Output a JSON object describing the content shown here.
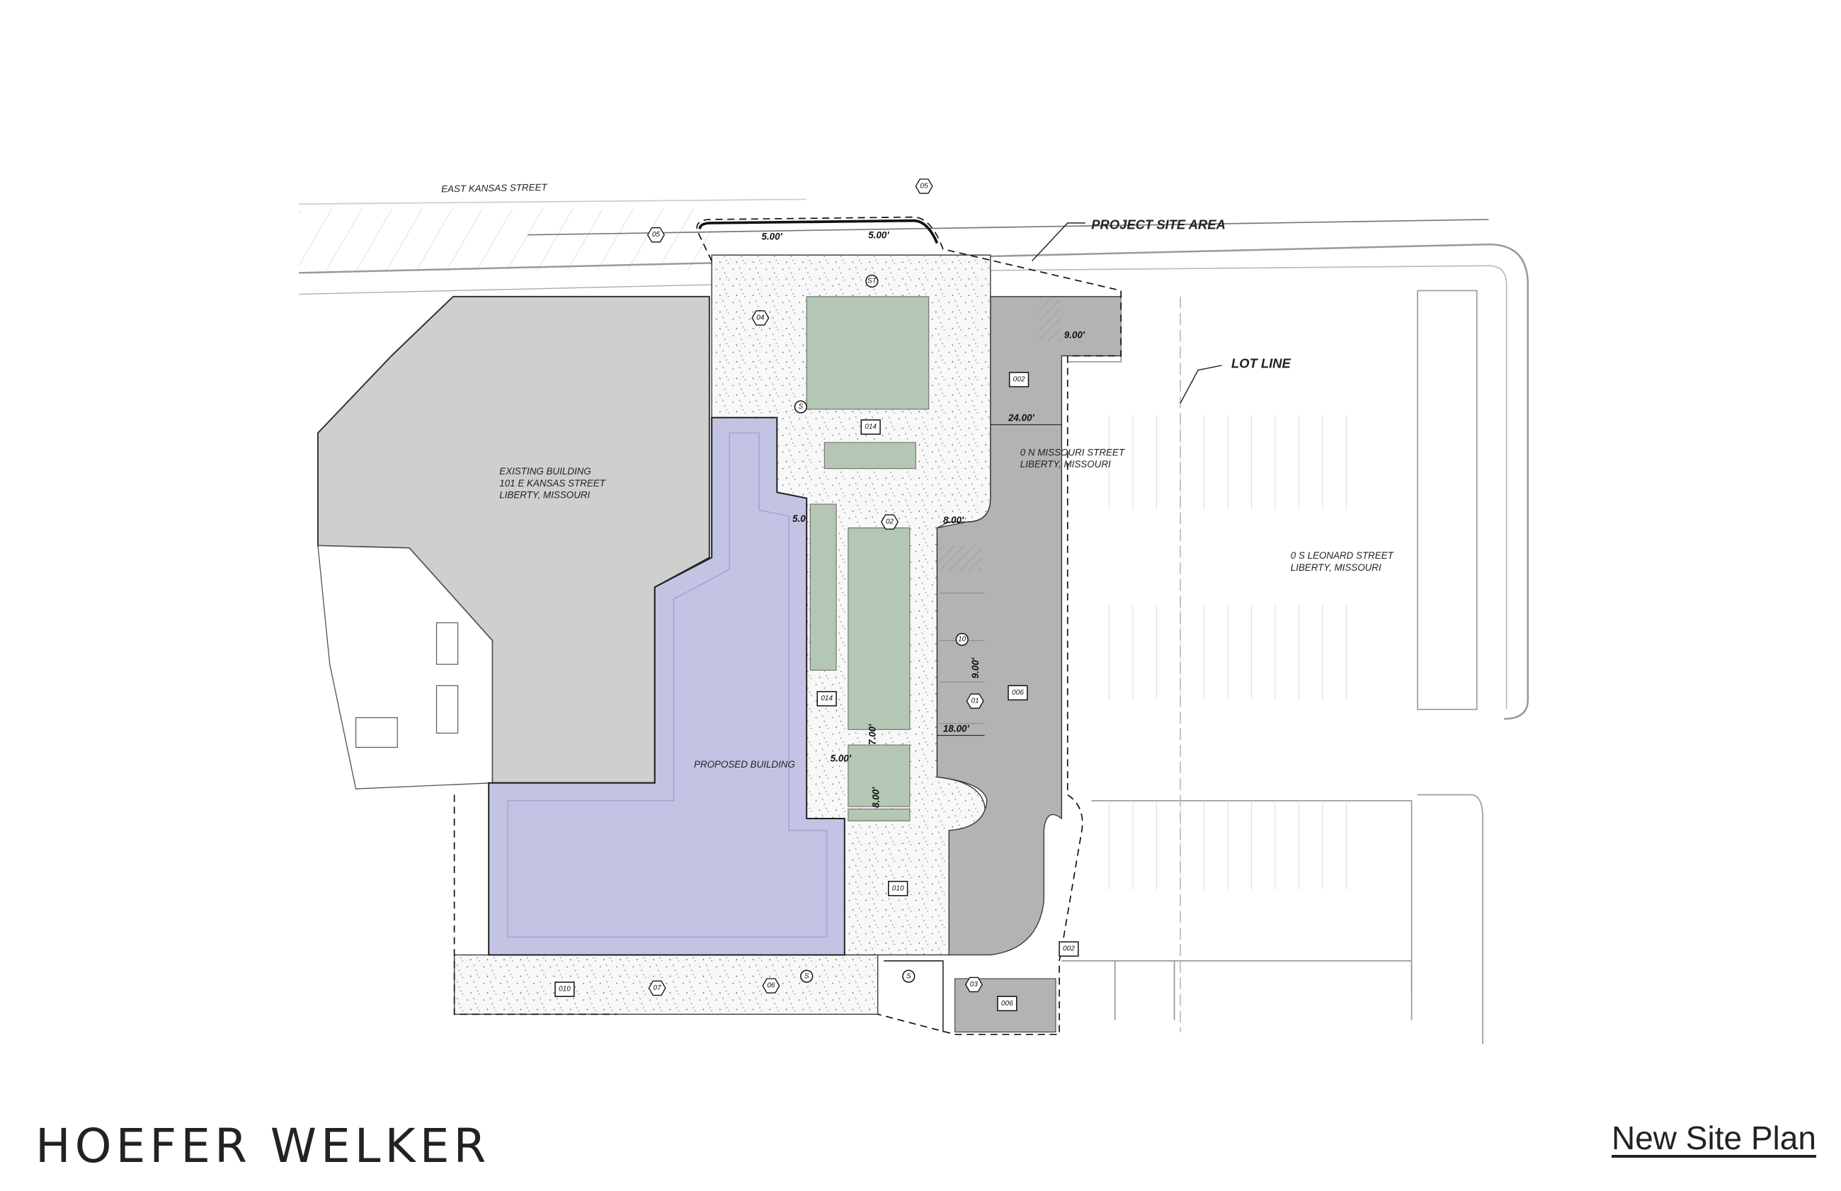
{
  "colors": {
    "existing_building": "#cfcfcf",
    "proposed_building": "#c3c4e4",
    "landscape": "#b4c6b4",
    "pavement": "#b3b3b3",
    "plaza": "#f7f7f7"
  },
  "streets": {
    "north": "EAST KANSAS STREET"
  },
  "callouts": {
    "project_site_area": "PROJECT SITE AREA",
    "lot_line": "LOT LINE"
  },
  "buildings": {
    "existing": [
      "EXISTING BUILDING",
      "101 E KANSAS STREET",
      "LIBERTY, MISSOURI"
    ],
    "proposed": "PROPOSED BUILDING"
  },
  "parcels": {
    "missouri": [
      "0 N MISSOURI STREET",
      "LIBERTY, MISSOURI"
    ],
    "leonard": [
      "0 S LEONARD STREET",
      "LIBERTY, MISSOURI"
    ]
  },
  "dimensions": {
    "d1": "5.00'",
    "d2": "5.00'",
    "d3": "9.00'",
    "d4": "24.00'",
    "d5": "8.00'",
    "d6": "9.00'",
    "d7": "18.00'",
    "d8": "7.00'",
    "d9": "8.00'",
    "d10": "5.00'",
    "d11": "5.0"
  },
  "keynotes": {
    "k05a": "05",
    "k05b": "05",
    "k04": "04",
    "k02": "02",
    "k01": "01",
    "k07": "07",
    "k06": "06",
    "k03": "03"
  },
  "materials": {
    "m002a": "002",
    "m014a": "014",
    "m014b": "014",
    "m006a": "006",
    "m010a": "010",
    "m010b": "010",
    "m002b": "002",
    "m006b": "006"
  },
  "symbols": {
    "st": "ST",
    "s1": "S",
    "s2": "S",
    "s3": "S",
    "c10": "10"
  },
  "footer": {
    "logo": "HOEFER WELKER",
    "sheet_title": "New Site Plan"
  }
}
